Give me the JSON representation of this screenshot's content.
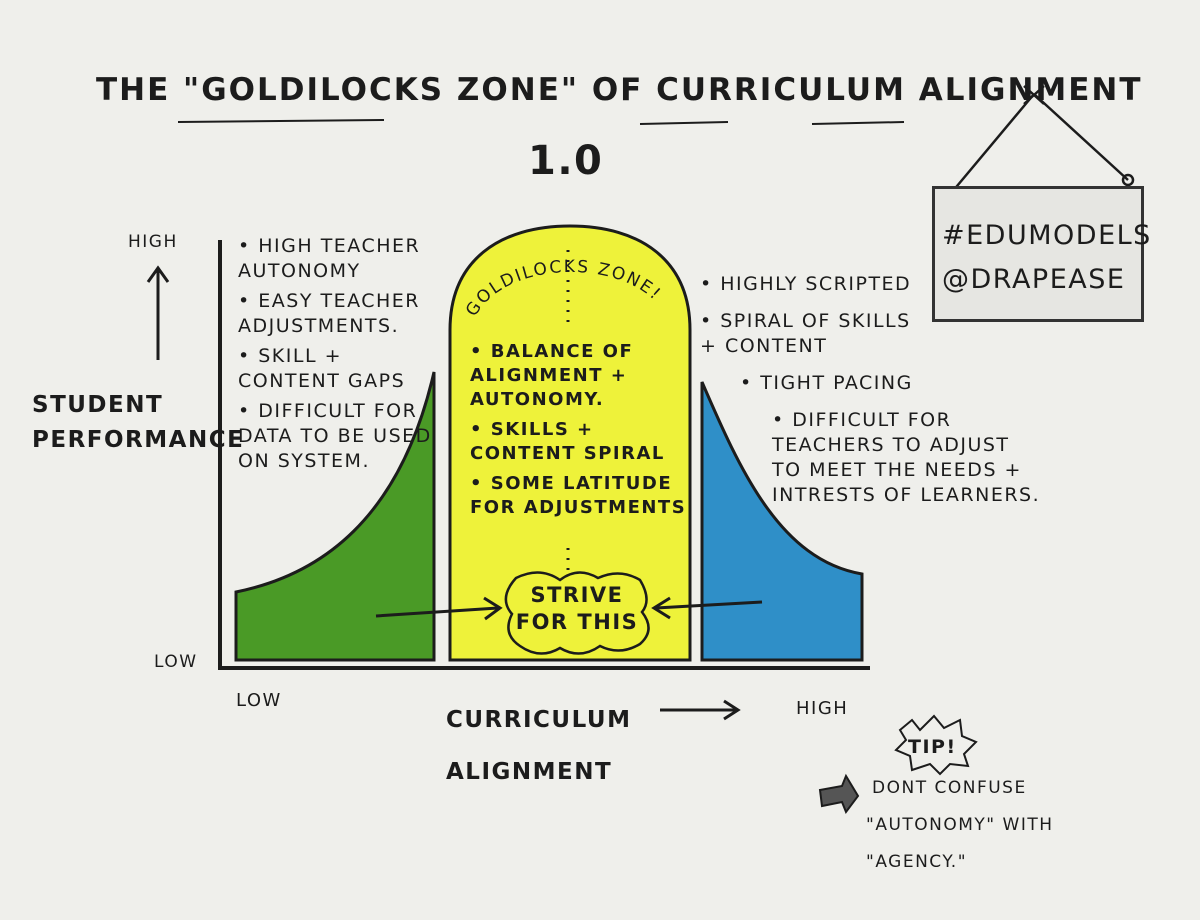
{
  "title": "THE \"GOLDILOCKS ZONE\" OF CURRICULUM ALIGNMENT",
  "version": "1.0",
  "y_axis": {
    "label_line1": "STUDENT",
    "label_line2": "PERFORMANCE",
    "high": "HIGH",
    "low": "LOW"
  },
  "x_axis": {
    "label_line1": "CURRICULUM",
    "label_line2": "ALIGNMENT",
    "low": "LOW",
    "high": "HIGH"
  },
  "zone_label": "GOLDILOCKS ZONE!",
  "left_notes": [
    "HIGH TEACHER AUTONOMY",
    "EASY TEACHER ADJUSTMENTS.",
    "SKILL + CONTENT GAPS",
    "DIFFICULT FOR DATA TO BE USED ON SYSTEM."
  ],
  "zone_notes": [
    "BALANCE OF ALIGNMENT + AUTONOMY.",
    "SKILLS + CONTENT SPIRAL",
    "SOME LATITUDE FOR ADJUSTMENTS"
  ],
  "right_notes": [
    "HIGHLY SCRIPTED",
    "SPIRAL OF SKILLS + CONTENT",
    "TIGHT PACING",
    "DIFFICULT FOR TEACHERS TO ADJUST TO MEET THE NEEDS + INTRESTS OF LEARNERS."
  ],
  "strive": {
    "line1": "STRIVE",
    "line2": "FOR THIS"
  },
  "sign": {
    "line1": "#EDUMODELS",
    "line2": "@DRAPEASE"
  },
  "tip": {
    "label": "TIP!",
    "line1": "DONT CONFUSE",
    "line2": "\"AUTONOMY\" WITH",
    "line3": "\"AGENCY.\""
  },
  "colors": {
    "left_region": "#4a9a26",
    "zone": "#eef23a",
    "right_region": "#2f8fc8",
    "ink": "#1c1c1c",
    "paper": "#efefeb"
  }
}
